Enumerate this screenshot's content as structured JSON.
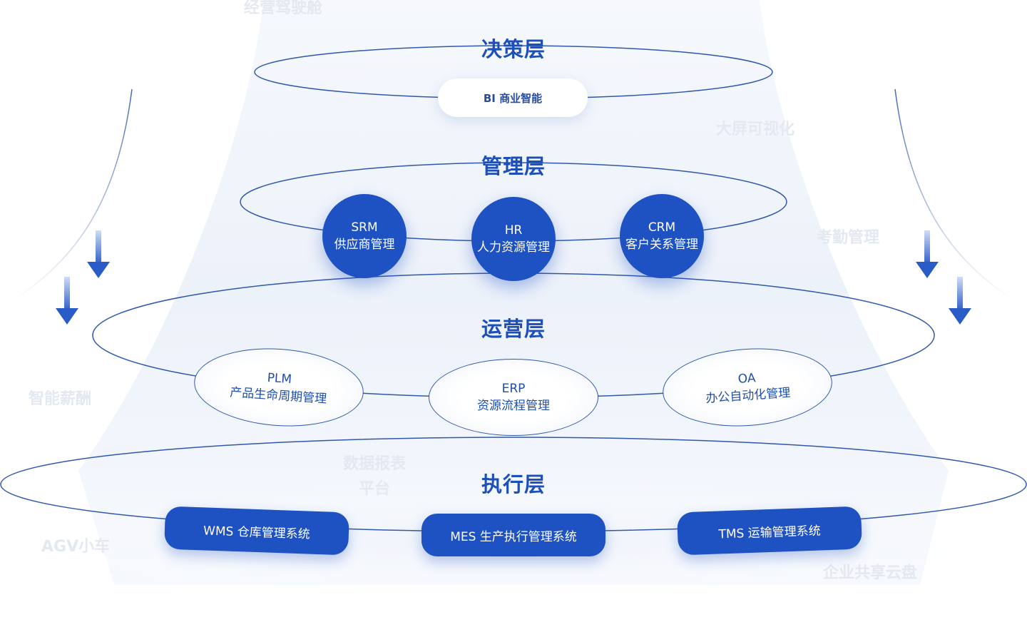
{
  "colors": {
    "primary": "#1e51c2",
    "title": "#1d4fb8",
    "ring": "#2f58ad",
    "ghost_text": "#e3e8f1",
    "haze": "#eaf0fa"
  },
  "layers": {
    "decision": {
      "title": "决策层",
      "items": [
        {
          "label": "BI 商业智能"
        }
      ]
    },
    "management": {
      "title": "管理层",
      "items": [
        {
          "code": "SRM",
          "label": "供应商管理"
        },
        {
          "code": "HR",
          "label": "人力资源管理"
        },
        {
          "code": "CRM",
          "label": "客户关系管理"
        }
      ]
    },
    "operation": {
      "title": "运营层",
      "items": [
        {
          "code": "PLM",
          "label": "产品生命周期管理"
        },
        {
          "code": "ERP",
          "label": "资源流程管理"
        },
        {
          "code": "OA",
          "label": "办公自动化管理"
        }
      ]
    },
    "execution": {
      "title": "执行层",
      "items": [
        {
          "label": "WMS 仓库管理系统"
        },
        {
          "label": "MES 生产执行管理系统"
        },
        {
          "label": "TMS 运输管理系统"
        }
      ]
    }
  },
  "background_labels": {
    "cockpit": "经营驾驶舱",
    "big_screen": "大屏可视化",
    "attendance": "考勤管理",
    "salary": "智能薪酬",
    "report_line1": "数据报表",
    "report_line2": "平台",
    "agv": "AGV小车",
    "cloud_disk": "企业共享云盘"
  },
  "icons": [
    "arrow-down-icon"
  ]
}
